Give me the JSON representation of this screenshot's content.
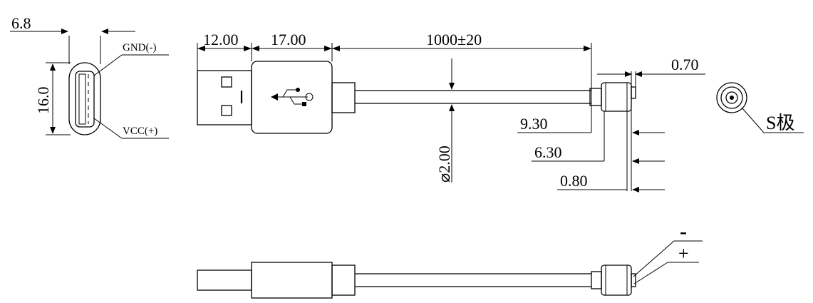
{
  "dimensions": {
    "width_6_8": "6.8",
    "height_16_0": "16.0",
    "plug_12_00": "12.00",
    "housing_17_00": "17.00",
    "cable_length": "1000±20",
    "tip_0_70": "0.70",
    "offset_9_30": "9.30",
    "offset_6_30": "6.30",
    "offset_0_80": "0.80",
    "cable_diameter": "⌀2.00"
  },
  "labels": {
    "gnd": "GND(-)",
    "vcc": "VCC(+)",
    "s_pole": "S极",
    "minus": "-",
    "plus": "+"
  },
  "icons": {
    "usb": "usb-symbol-icon"
  }
}
